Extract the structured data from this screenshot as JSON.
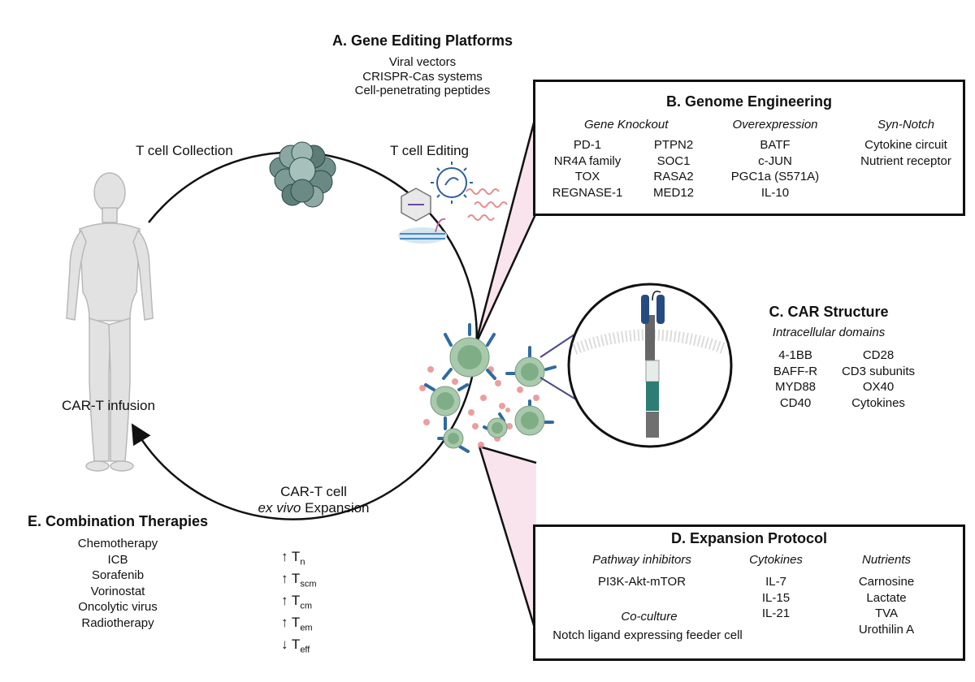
{
  "panel_a": {
    "title": "A. Gene Editing Platforms",
    "items": [
      "Viral vectors",
      "CRISPR-Cas systems",
      "Cell-penetrating peptides"
    ]
  },
  "cycle": {
    "t_cell_collection": "T cell Collection",
    "t_cell_editing": "T cell Editing",
    "car_t_infusion": "CAR-T infusion",
    "expansion_line1": "CAR-T cell",
    "expansion_italic": "ex vivo",
    "expansion_rest": " Expansion"
  },
  "panel_b": {
    "title": "B. Genome Engineering",
    "knockout_heading": "Gene Knockout",
    "knockout_col1": [
      "PD-1",
      "NR4A family",
      "TOX",
      "REGNASE-1"
    ],
    "knockout_col2": [
      "PTPN2",
      "SOC1",
      "RASA2",
      "MED12"
    ],
    "overexpression_heading": "Overexpression",
    "overexpression": [
      "BATF",
      "c-JUN",
      "PGC1a (S571A)",
      "IL-10"
    ],
    "synnotch_heading": "Syn-Notch",
    "synnotch": [
      "Cytokine circuit",
      "Nutrient receptor"
    ]
  },
  "panel_c": {
    "title": "C. CAR Structure",
    "subtitle": "Intracellular domains",
    "col1": [
      "4-1BB",
      "BAFF-R",
      "MYD88",
      "CD40"
    ],
    "col2": [
      "CD28",
      "CD3 subunits",
      "OX40",
      "Cytokines"
    ]
  },
  "panel_d": {
    "title": "D. Expansion Protocol",
    "pathway_heading": "Pathway inhibitors",
    "pathway": [
      "PI3K-Akt-mTOR"
    ],
    "coculture_heading": "Co-culture",
    "coculture": [
      "Notch ligand expressing feeder cell"
    ],
    "cytokines_heading": "Cytokines",
    "cytokines": [
      "IL-7",
      "IL-15",
      "IL-21"
    ],
    "nutrients_heading": "Nutrients",
    "nutrients": [
      "Carnosine",
      "Lactate",
      "TVA",
      "Urothilin A"
    ]
  },
  "panel_e": {
    "title": "E. Combination Therapies",
    "items": [
      "Chemotherapy",
      "ICB",
      "Sorafenib",
      "Vorinostat",
      "Oncolytic virus",
      "Radiotherapy"
    ]
  },
  "subsets": [
    {
      "arrow": "↑",
      "main": "T",
      "sub": "n"
    },
    {
      "arrow": "↑",
      "main": "T",
      "sub": "scm"
    },
    {
      "arrow": "↑",
      "main": "T",
      "sub": "cm"
    },
    {
      "arrow": "↑",
      "main": "T",
      "sub": "em"
    },
    {
      "arrow": "↓",
      "main": "T",
      "sub": "eff"
    }
  ],
  "colors": {
    "cell_green": "#a9c9ad",
    "cell_core": "#7fae86",
    "receptor_blue": "#2f6aa0",
    "cytokine_red": "#e98e8e",
    "spotlight_pink": "#f9e4ee",
    "car_dark_blue": "#264b80",
    "car_teal": "#2e7d74",
    "body_grey": "#e2e2e2"
  }
}
